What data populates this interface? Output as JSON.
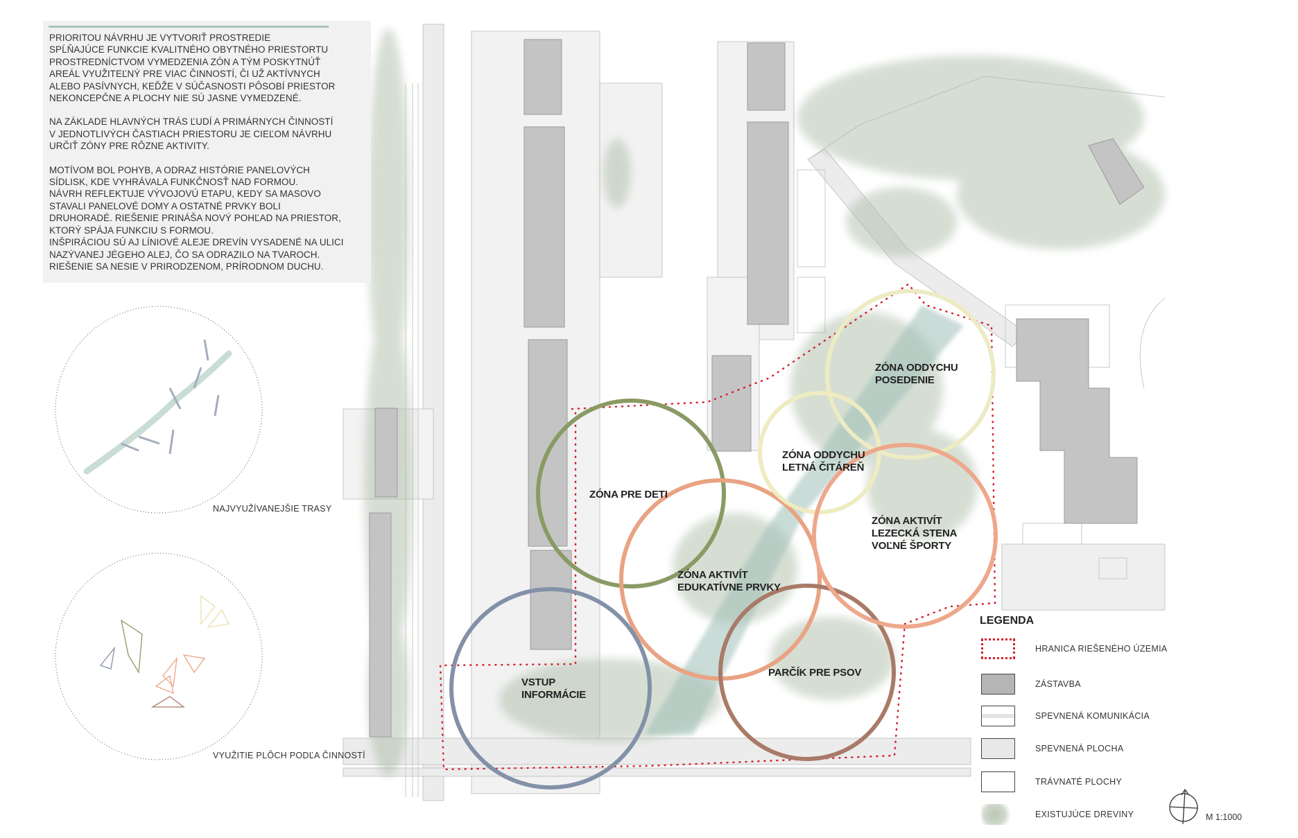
{
  "description_panel": {
    "paragraphs": [
      "PRIORITOU NÁVRHU JE VYTVORIŤ PROSTREDIE\nSPĹŇAJÚCE FUNKCIE KVALITNÉHO OBYTNÉHO PRIESTORTU\nPROSTREDNÍCTVOM VYMEDZENIA ZÓN A TÝM POSKYTNÚŤ\nAREÁL VYUŽITEĽNÝ PRE VIAC ČINNOSTÍ, ČI UŽ AKTÍVNYCH\nALEBO PASÍVNYCH, KEĎŽE V SÚČASNOSTI PÔSOBÍ PRIESTOR\nNEKONCEPČNE A PLOCHY NIE SÚ JASNE VYMEDZENÉ.",
      "NA ZÁKLADE HLAVNÝCH TRÁS ĽUDÍ A PRIMÁRNYCH ČINNOSTÍ\nV JEDNOTLIVÝCH ČASTIACH PRIESTORU JE CIEĽOM NÁVRHU\nURČIŤ ZÓNY PRE RÔZNE AKTIVITY.",
      "MOTÍVOM BOL POHYB, A ODRAZ HISTÓRIE PANELOVÝCH\nSÍDLISK, KDE VYHRÁVALA FUNKČNOSŤ NAD FORMOU.\nNÁVRH REFLEKTUJE VÝVOJOVÚ ETAPU, KEDY SA MASOVO\nSTAVALI PANELOVÉ DOMY A OSTATNÉ PRVKY BOLI\nDRUHORADÉ. RIEŠENIE PRINÁŠA NOVÝ POHĽAD NA PRIESTOR,\nKTORÝ SPÁJA FUNKCIU S FORMOU.\nINŠPIRÁCIOU SÚ AJ LÍNIOVÉ ALEJE DREVÍN VYSADENÉ NA ULICI\nNAZÝVANEJ JÉGEHO ALEJ, ČO SA ODRAZILO NA TVAROCH.\nRIEŠENIE SA NESIE V PRIRODZENOM, PRÍRODNOM DUCHU."
    ]
  },
  "diagrams": {
    "routes_label": "NAJVYUŽÍVANEJŠIE TRASY",
    "activities_label": "VYUŽITIE PLÔCH PODĽA ČINNOSTÍ"
  },
  "zones": [
    {
      "label": "ZÓNA PRE DETI",
      "color": "#8a9a64"
    },
    {
      "label": "ZÓNA AKTIVÍT\nEDUKATÍVNE PRVKY",
      "color": "#e9a383"
    },
    {
      "label": "VSTUP\nINFORMÁCIE",
      "color": "#8391a8"
    },
    {
      "label": "PARČÍK PRE PSOV",
      "color": "#a97a68"
    },
    {
      "label": "ZÓNA ODDYCHU\nPOSEDENIE",
      "color": "#ecebc4"
    },
    {
      "label": "ZÓNA ODDYCHU\nLETNÁ ČITÁREŇ",
      "color": "#eeecc0"
    },
    {
      "label": "ZÓNA AKTIVÍT\nLEZECKÁ STENA\nVOĽNÉ ŠPORTY",
      "color": "#eda88c"
    }
  ],
  "legend": {
    "title": "LEGENDA",
    "items": [
      {
        "label": "HRANICA RIEŠENÉHO ÚZEMIA",
        "icon": "red-dotted-boundary"
      },
      {
        "label": "ZÁSTAVBA",
        "icon": "dark-gray-fill"
      },
      {
        "label": "SPEVNENÁ KOMUNIKÁCIA",
        "icon": "road-stripe"
      },
      {
        "label": "SPEVNENÁ PLOCHA",
        "icon": "light-gray-fill"
      },
      {
        "label": "TRÁVNATÉ PLOCHY",
        "icon": "white-fill"
      },
      {
        "label": "EXISTUJÚCE DREVINY",
        "icon": "tree-blob"
      }
    ]
  },
  "scale": "M 1:1000",
  "colors": {
    "boundary": "#d2232f",
    "building": "#c4c4c4",
    "paved": "#e8e8e8",
    "tree": "#9fb39a"
  }
}
